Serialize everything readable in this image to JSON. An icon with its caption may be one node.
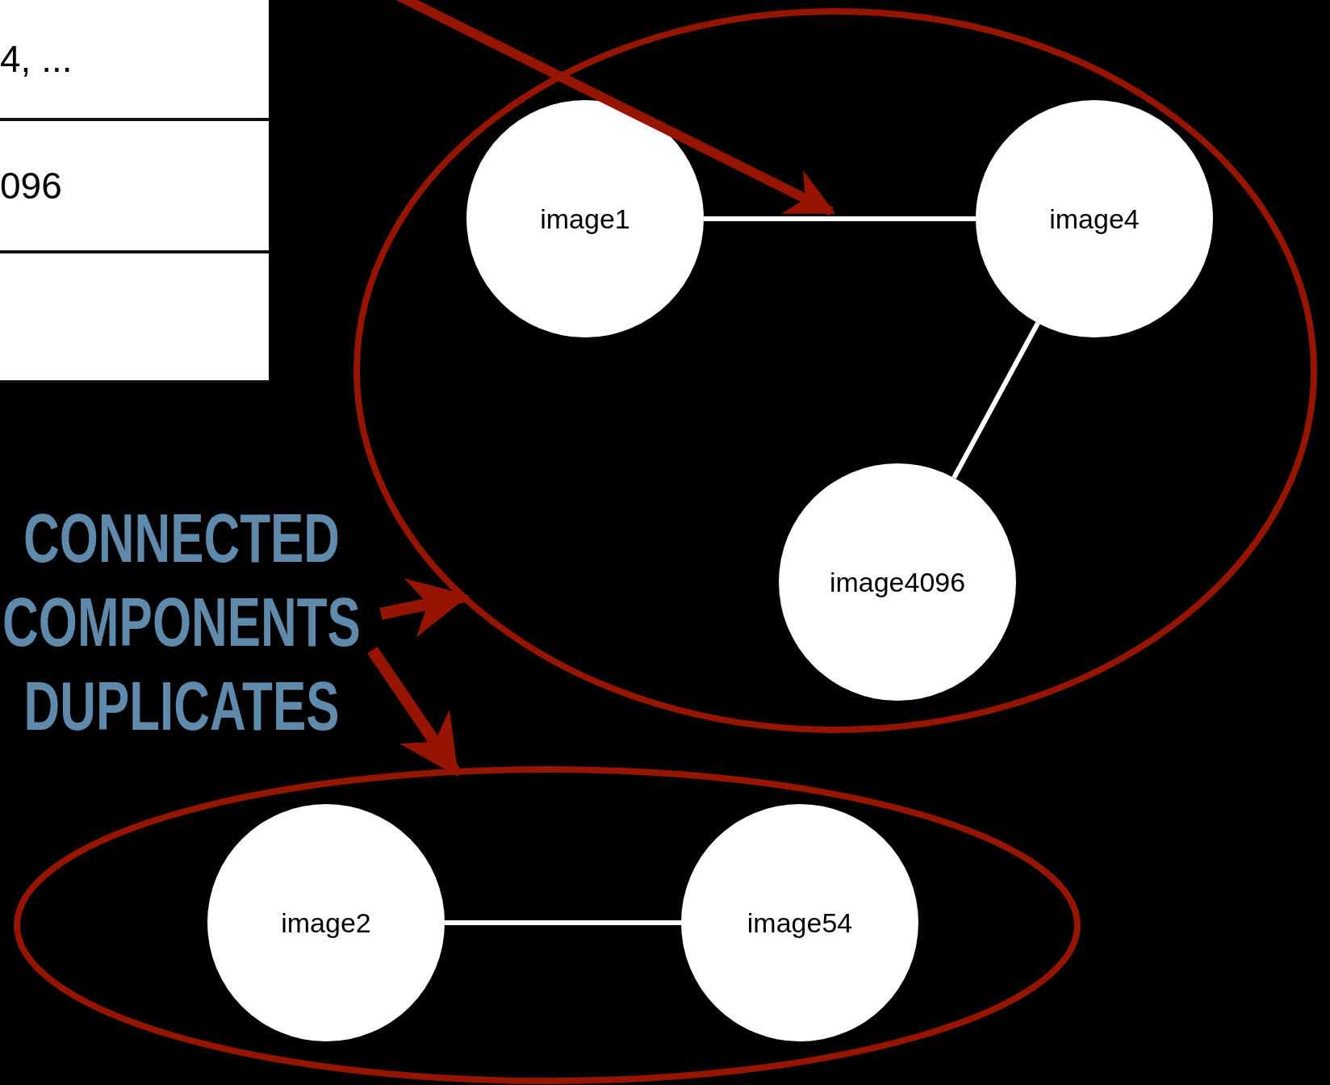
{
  "diagram": {
    "nodes": [
      {
        "text": [],
        "shape": "ellipse"
      },
      {
        "text": [
          "image1"
        ],
        "in": 0
      },
      {
        "text": [
          "image4"
        ],
        "in": 0
      },
      {
        "text": [
          "image4096"
        ],
        "in": 0
      },
      {
        "text": [],
        "shape": "ellipse"
      },
      {
        "text": [
          "image2"
        ],
        "in": 4
      },
      {
        "text": [
          "image54"
        ],
        "in": 4
      },
      {
        "text": [
          "CONNECTED COMPONENTS DUPLICATES"
        ]
      }
    ],
    "edges": [
      {
        "from": 1,
        "to": 2,
        "arrow": "none"
      },
      {
        "from": 2,
        "to": 3,
        "arrow": "none"
      },
      {
        "from": 5,
        "to": 6,
        "arrow": "none"
      },
      {
        "from": 7,
        "to": 0,
        "arrow": "to",
        "style": "thick",
        "color": "#951500"
      },
      {
        "from": 7,
        "to": 4,
        "arrow": "to",
        "style": "thick",
        "color": "#951500"
      }
    ],
    "labels": [
      "4, ...",
      "096"
    ]
  }
}
